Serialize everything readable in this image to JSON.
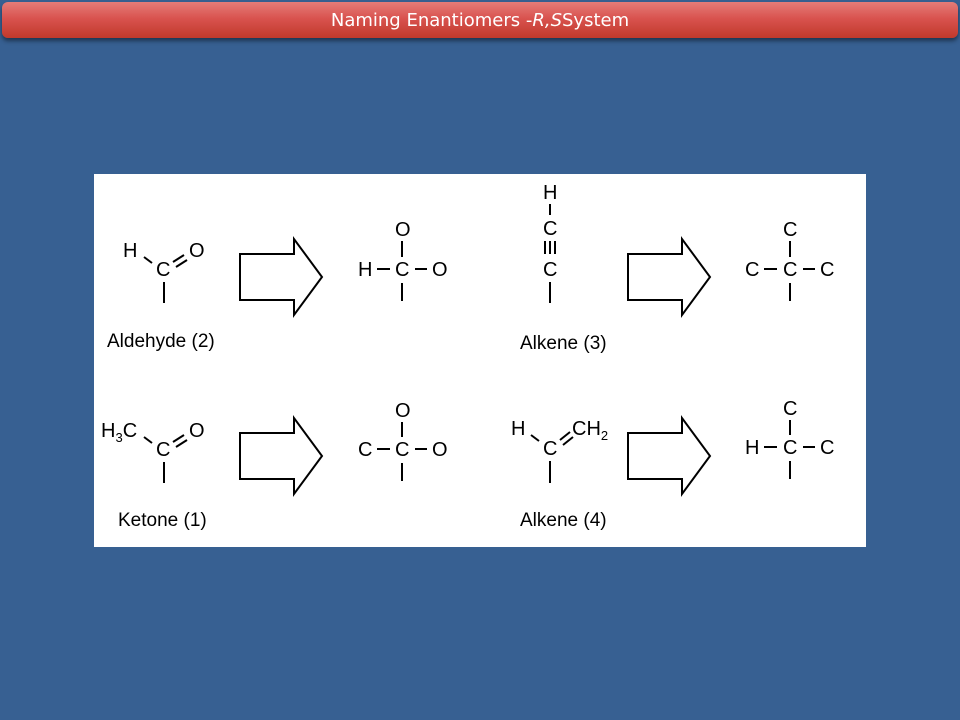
{
  "slide": {
    "title_prefix": "Naming Enantiomers -",
    "title_italic": "R,S",
    "title_suffix": " System",
    "title_color": "#c0392b",
    "background_color": "#376092"
  },
  "diagram": {
    "labels": {
      "aldehyde": "Aldehyde (2)",
      "alkyne": "Alkene (3)",
      "ketone": "Ketone (1)",
      "alkene": "Alkene (4)"
    },
    "atoms": {
      "H": "H",
      "C": "C",
      "O": "O",
      "H3C_H": "H",
      "H3C_sub": "3",
      "H3C_C": "C",
      "CH2_CH": "CH",
      "CH2_sub": "2"
    }
  }
}
